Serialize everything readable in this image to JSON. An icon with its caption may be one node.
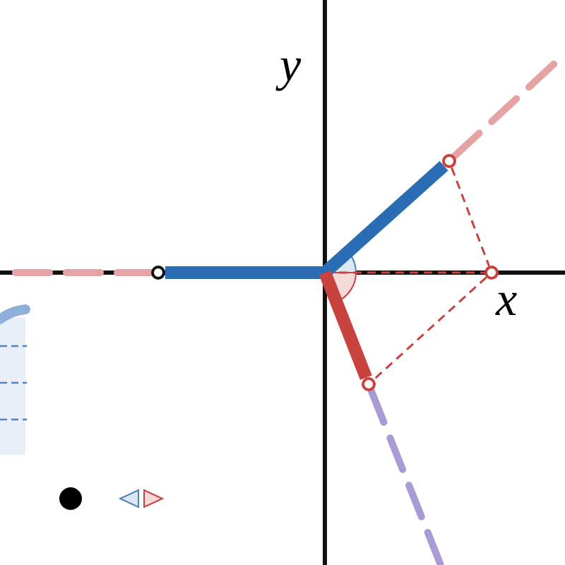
{
  "diagram": {
    "nodes": [
      {
        "text": [],
        "shape": "arc"
      },
      {
        "text": [],
        "shape": "circle"
      },
      {
        "text": [],
        "shape": "circle"
      },
      {
        "text": [],
        "shape": "circle"
      },
      {
        "text": [],
        "shape": "circle"
      }
    ],
    "edges": [
      {
        "from": 1,
        "to": 0,
        "arrow": "none",
        "style": "thick",
        "color": "#2a6db5"
      },
      {
        "from": 0,
        "to": 2,
        "arrow": "none",
        "style": "thick",
        "color": "#2a6db5"
      },
      {
        "from": 0,
        "to": 4,
        "arrow": "none",
        "style": "thick",
        "color": "#c8423e"
      },
      {
        "from": 2,
        "to": 3,
        "arrow": "none",
        "style": "dashed"
      },
      {
        "from": 3,
        "to": 4,
        "arrow": "none",
        "style": "dashed"
      },
      {
        "from": 0,
        "to": 3,
        "arrow": "none",
        "style": "dashed"
      },
      {
        "from": 2,
        "to": null,
        "arrow": "none",
        "style": "dashed",
        "color": "#e6a3a3"
      },
      {
        "from": 4,
        "to": null,
        "arrow": "none",
        "style": "dashed",
        "color": "#a99bd4"
      },
      {
        "from": 1,
        "to": null,
        "arrow": "none",
        "style": "dashed",
        "color": "#e6a3a3"
      }
    ],
    "labels": [
      "y",
      "x"
    ]
  }
}
